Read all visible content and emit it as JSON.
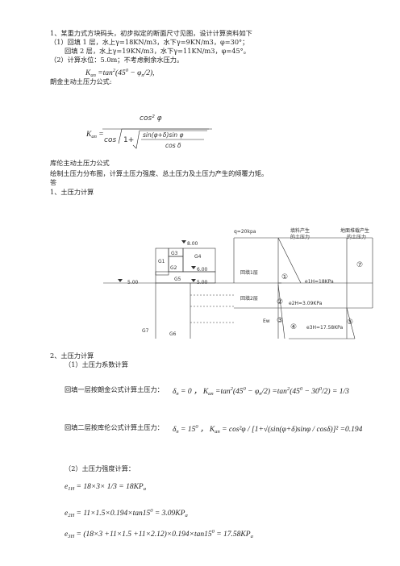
{
  "intro": {
    "p1": "1、某重力式方块码头，初步拟定的断面尺寸见图，设计计算资料如下",
    "p2": "（1）回填 1 层，水上γ=18KN/m3，水下γ=9KN/m3，φ=30°；",
    "p3": "回填 2 层，水上γ=19KN/m3，水下γ=11KN/m3，φ=45°。",
    "p4": "（2）计算水位：5.0m；不考虑剩余水压力。",
    "rankine_label": "朗金主动土压力公式:",
    "coulomb_label": "库伦主动土压力公式",
    "task": "绘制土压力分布图，计算土压力强度、总土压力及土压力产生的倾覆力矩。",
    "answer": "答",
    "s1": "1、土压力计算"
  },
  "figure": {
    "load": "q=20kpa",
    "col1": [
      "填料产生",
      "的土压力"
    ],
    "col2": [
      "地面堆载产生",
      "的土压力"
    ],
    "elev_top": "8.00",
    "elev_mid": "6.00",
    "elev_low": "5.00",
    "elev_left": "5.00",
    "blocks": [
      "G1",
      "G2",
      "G3",
      "G4",
      "G5",
      "G6",
      "G7"
    ],
    "layer1": "回填1层",
    "layer2": "回填2层",
    "e1": "e1H=18KPa",
    "e2": "e2H=3.09KPa",
    "e3": "e3H=17.58KPa",
    "ew": "Ew",
    "circles": [
      "①",
      "②",
      "③",
      "④",
      "⑤",
      "⑦"
    ]
  },
  "calc": {
    "s2": "2、土压力计算",
    "s2a": "（1）土压力系数计算",
    "line1": "回填一层按朗金公式计算土压力：",
    "line2": "回填二层按库伦公式计算土压力：",
    "s2b": "（2）土压力强度计算："
  }
}
